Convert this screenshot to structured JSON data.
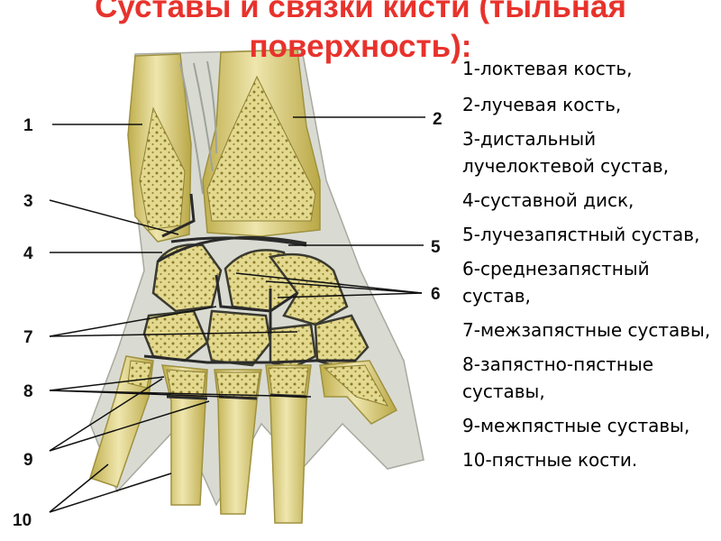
{
  "title": {
    "line1": "Суставы и связки кисти (тыльная",
    "line2": "поверхность):"
  },
  "legend": [
    "1-локтевая кость,",
    "2-лучевая кость,",
    "3-дистальный лучелоктевой сустав,",
    "4-суставной диск,",
    "5-лучезапястный сустав,",
    "6-среднезапястный сустав,",
    "7-межзапястные суставы,",
    "8-запястно-пястные суставы,",
    "9-межпястные суставы,",
    "10-пястные кости."
  ],
  "labels": [
    "1",
    "2",
    "3",
    "4",
    "5",
    "6",
    "7",
    "8",
    "9",
    "10"
  ],
  "colors": {
    "title": "#e8322c",
    "bone": "#e6dc9a",
    "bone_edge": "#b8a84a",
    "ligament": "#d7d9d2",
    "joint_line": "#2a2a2a"
  }
}
